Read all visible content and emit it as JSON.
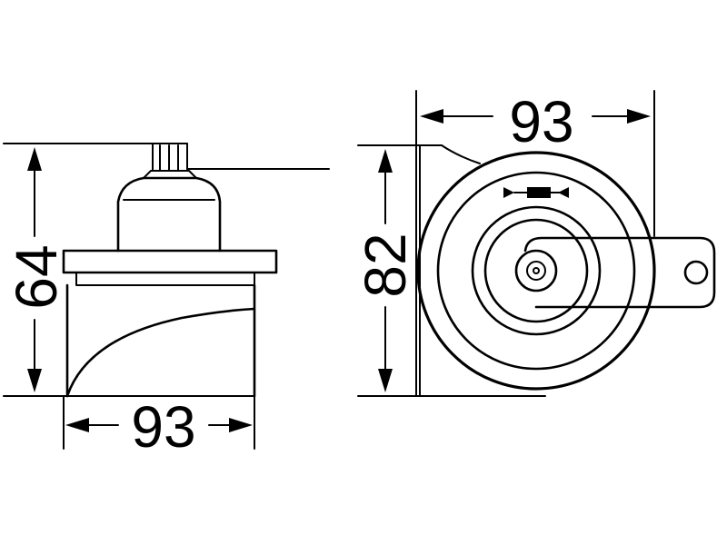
{
  "diagram": {
    "side_view": {
      "height_dimension": "64",
      "width_dimension": "93"
    },
    "front_view": {
      "width_dimension": "93",
      "height_dimension": "82"
    }
  },
  "colors": {
    "line": "#000000",
    "background": "#ffffff"
  }
}
